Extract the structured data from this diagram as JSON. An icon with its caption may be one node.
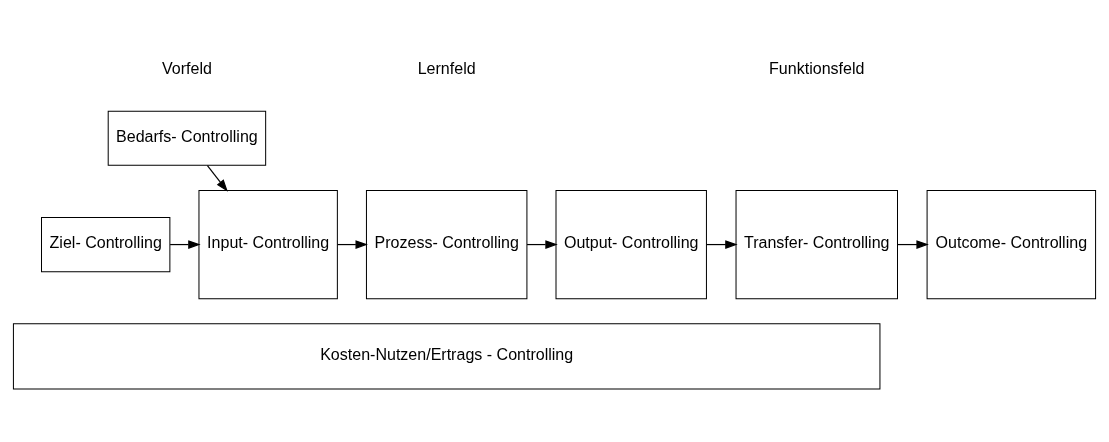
{
  "diagram": {
    "nodes": [
      {
        "text": [
          "Bedarfs- Controlling"
        ]
      },
      {
        "text": [
          "Ziel- Controlling"
        ]
      },
      {
        "text": [
          "Input- Controlling"
        ]
      },
      {
        "text": [
          "Prozess- Controlling"
        ]
      },
      {
        "text": [
          "Output- Controlling"
        ]
      },
      {
        "text": [
          "Transfer- Controlling"
        ]
      },
      {
        "text": [
          "Outcome- Controlling"
        ]
      },
      {
        "text": [
          "Kosten-Nutzen/Ertrags - Controlling"
        ]
      }
    ],
    "edges": [
      {
        "from": 0,
        "to": 2,
        "arrow": "to"
      },
      {
        "from": 1,
        "to": 2,
        "arrow": "to"
      },
      {
        "from": 2,
        "to": 3,
        "arrow": "to"
      },
      {
        "from": 3,
        "to": 4,
        "arrow": "to"
      },
      {
        "from": 4,
        "to": 5,
        "arrow": "to"
      },
      {
        "from": 5,
        "to": 6,
        "arrow": "to"
      }
    ],
    "labels": [
      "Vorfeld",
      "Lernfeld",
      "Funktionsfeld"
    ]
  }
}
